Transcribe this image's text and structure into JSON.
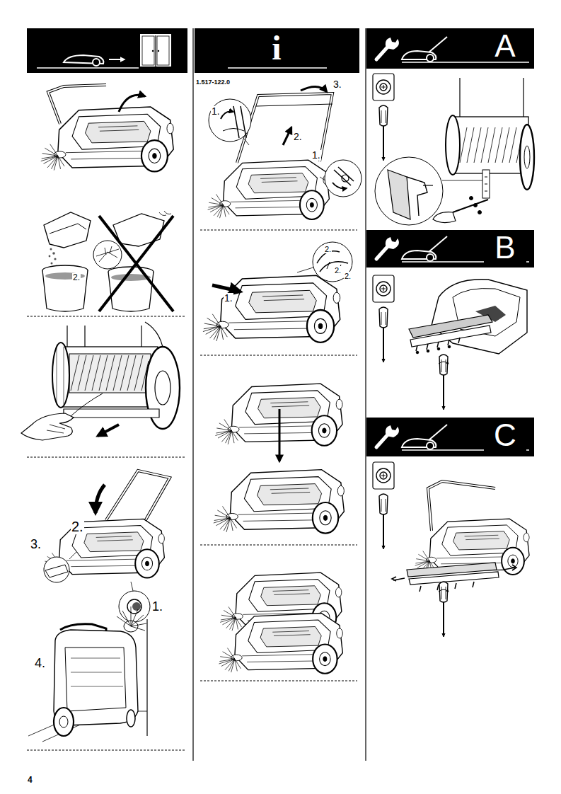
{
  "diagram": {
    "nodes": [
      {
        "text": [
          "i"
        ]
      },
      {
        "text": [
          "A"
        ]
      },
      {
        "text": [
          "B"
        ]
      },
      {
        "text": [
          "C"
        ]
      }
    ],
    "labels": [
      "1.517-122.0",
      "2.",
      "2.",
      "3.",
      "1.",
      "4.",
      "1.",
      "3.",
      "2.",
      "1.",
      "1.",
      "2.",
      "2.",
      "2.",
      "4"
    ]
  }
}
